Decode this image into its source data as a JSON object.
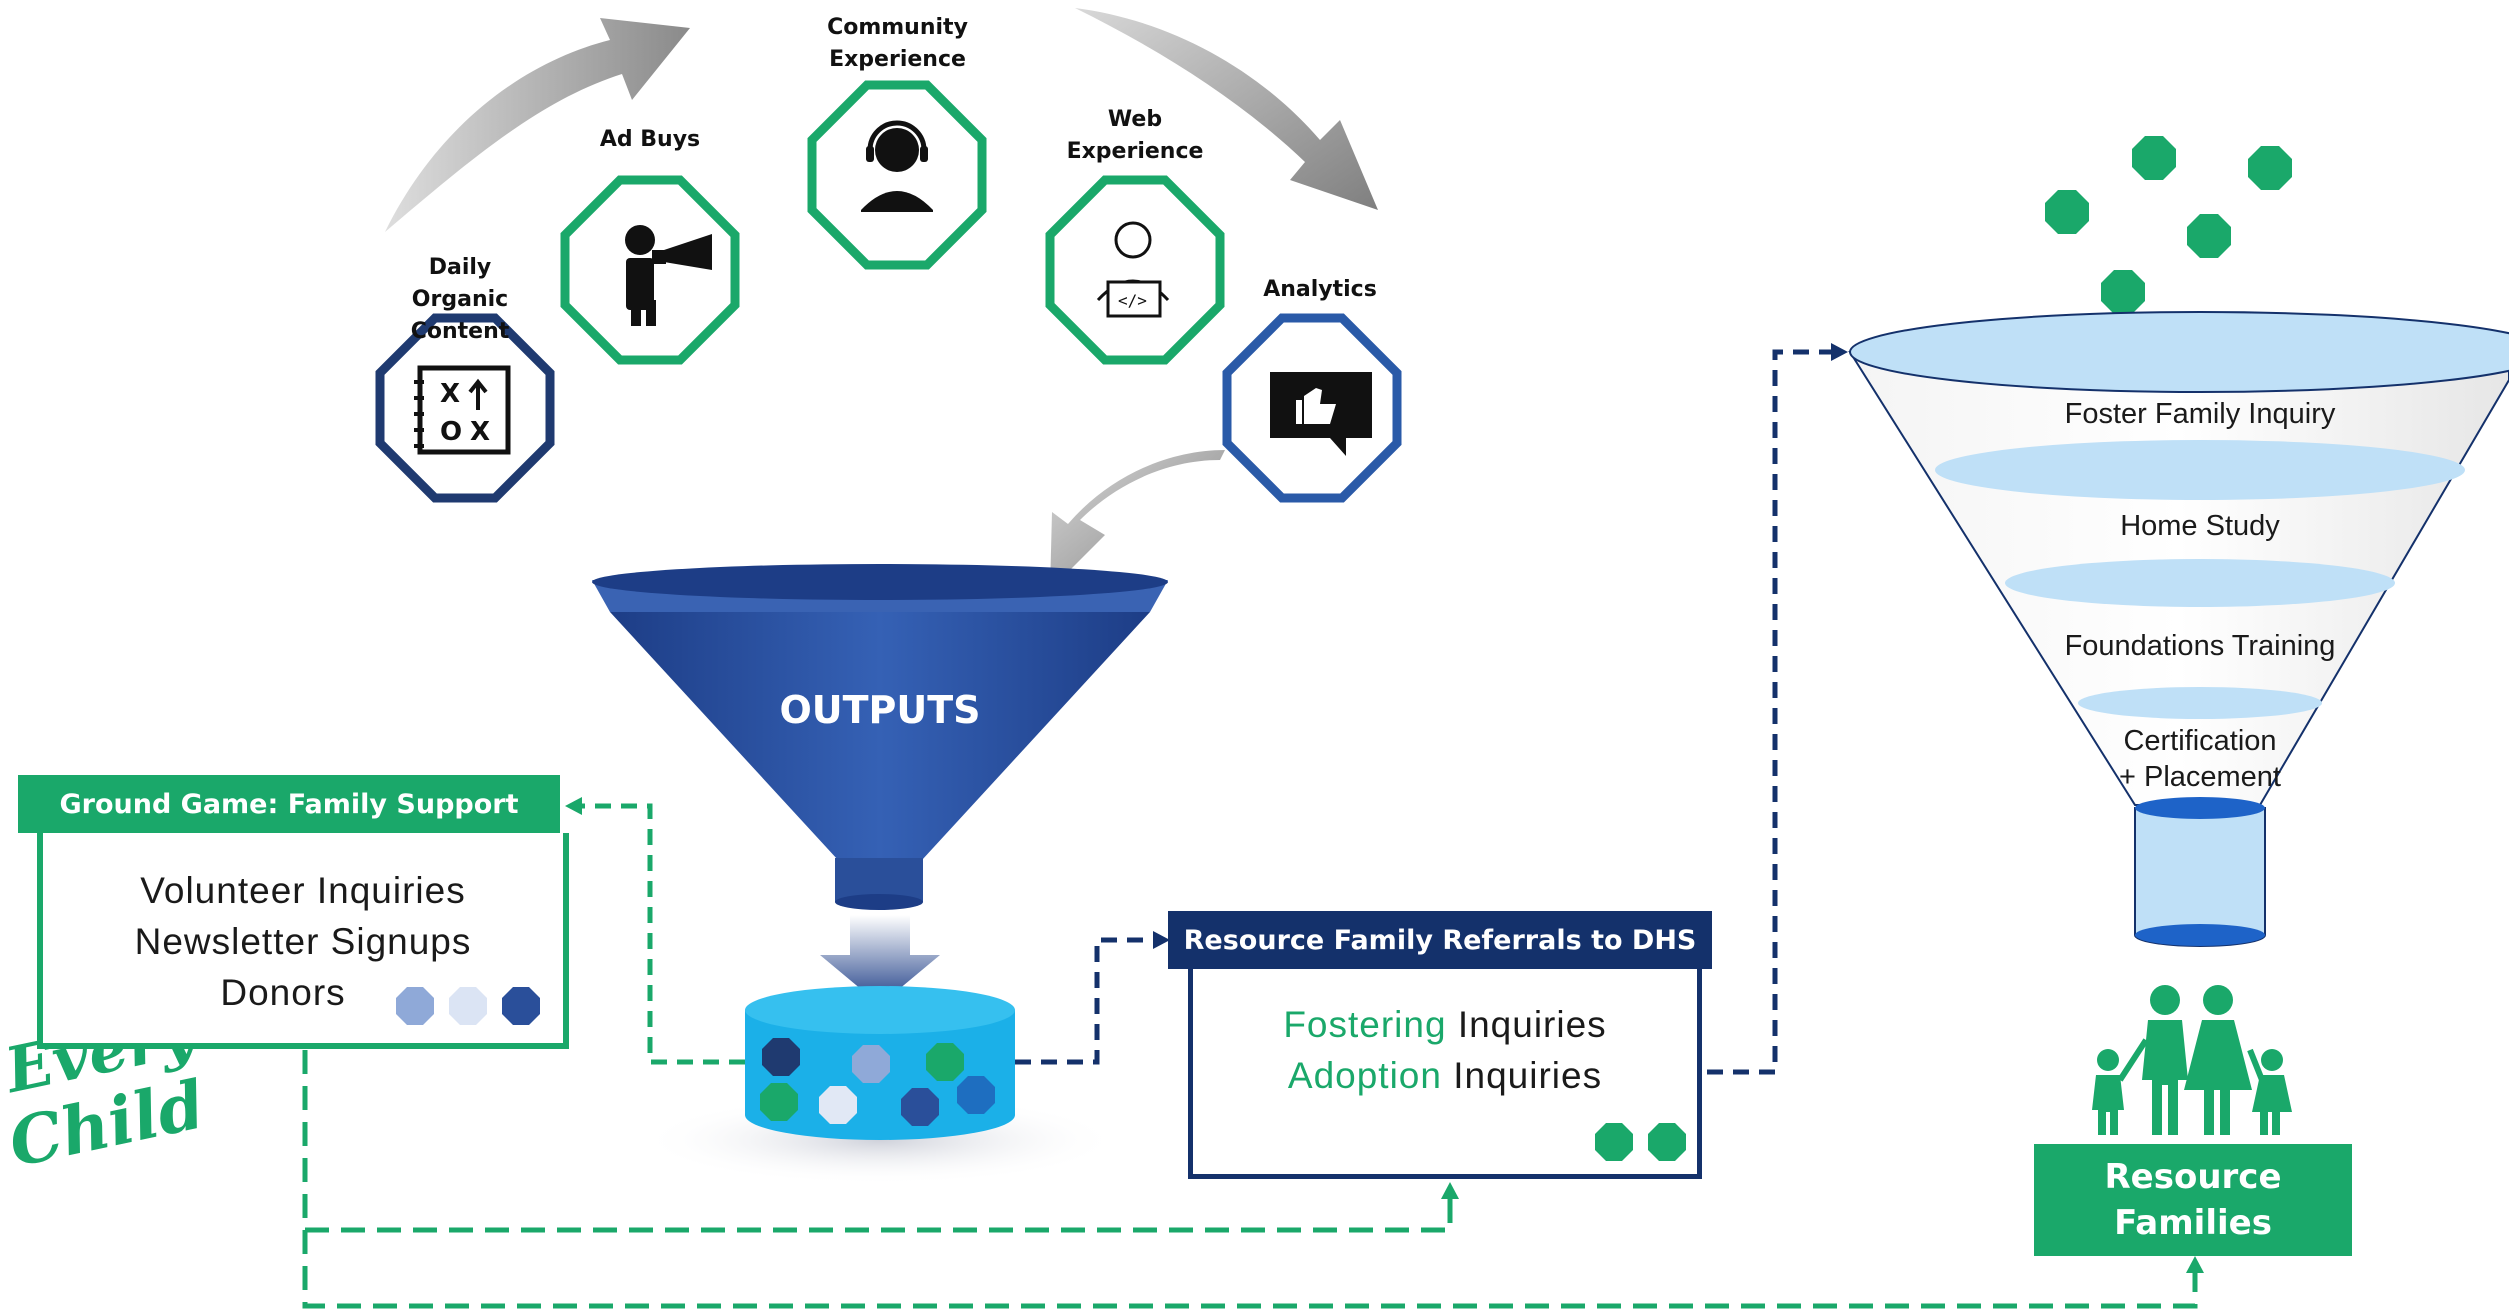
{
  "channels": {
    "daily_organic": "Daily\nOrganic Content",
    "ad_buys": "Ad Buys",
    "community": "Community\nExperience",
    "web": "Web\nExperience",
    "analytics": "Analytics"
  },
  "outputs_label": "OUTPUTS",
  "ground_game": {
    "title": "Ground Game: Family Support",
    "items": [
      "Volunteer Inquiries",
      "Newsletter Signups",
      "Donors"
    ]
  },
  "referrals": {
    "title": "Resource Family Referrals to DHS",
    "lines": [
      {
        "highlight": "Fostering",
        "rest": " Inquiries"
      },
      {
        "highlight": "Adoption",
        "rest": " Inquiries"
      }
    ]
  },
  "funnel_stages": [
    "Foster Family Inquiry",
    "Home Study",
    "Foundations Training",
    "Certification\n+ Placement"
  ],
  "resource_families": "Resource\nFamilies",
  "logo_text": "Every Child",
  "colors": {
    "green": "#1aa86a",
    "navy": "#14316b",
    "blue": "#2a5aa8",
    "light_blue": "#bfe0f7",
    "gray_arrow": "#9a9a9a"
  }
}
